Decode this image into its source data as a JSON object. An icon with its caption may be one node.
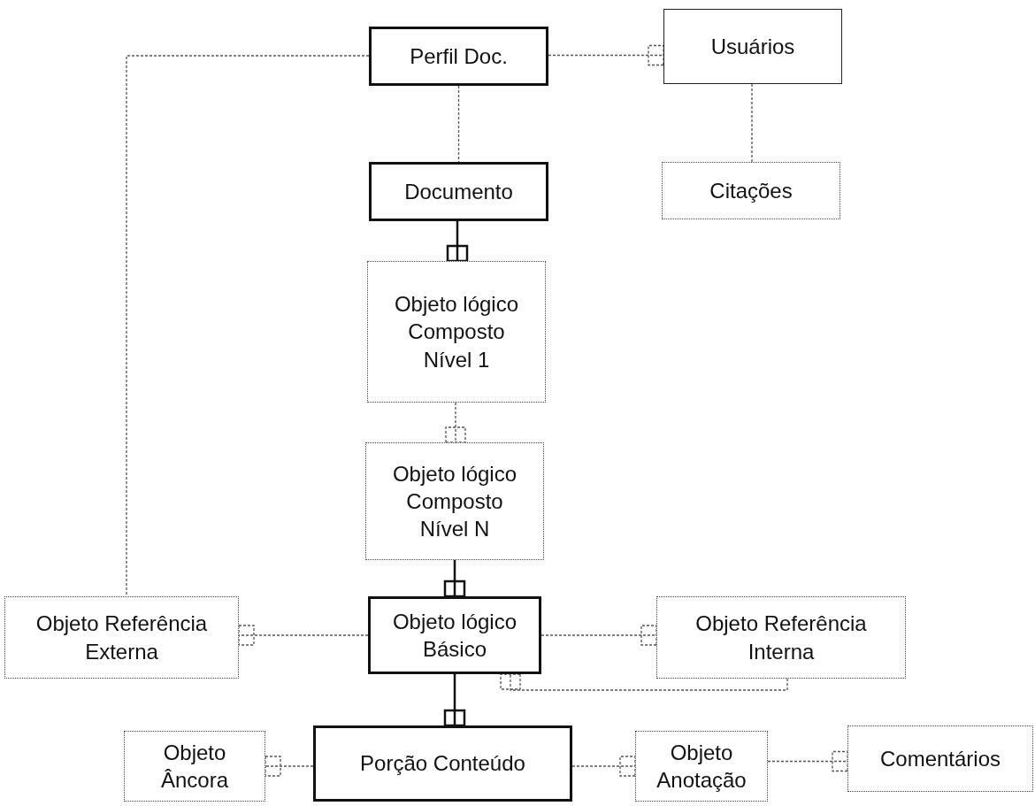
{
  "diagram": {
    "nodes": [
      {
        "text": [
          "Perfil Doc."
        ]
      },
      {
        "text": [
          "Usuários"
        ]
      },
      {
        "text": [
          "Documento"
        ]
      },
      {
        "text": [
          "Citações"
        ]
      },
      {
        "text": [
          "Objeto lógico Composto Nível 1"
        ]
      },
      {
        "text": [
          "Objeto lógico Composto Nível N"
        ]
      },
      {
        "text": [
          "Objeto Referência Externa"
        ]
      },
      {
        "text": [
          "Objeto lógico Básico"
        ]
      },
      {
        "text": [
          "Objeto Referência Interna"
        ]
      },
      {
        "text": [
          "Objeto Âncora"
        ]
      },
      {
        "text": [
          "Porção Conteúdo"
        ]
      },
      {
        "text": [
          "Objeto Anotação"
        ]
      },
      {
        "text": [
          "Comentários"
        ]
      }
    ],
    "edges": [
      {
        "from": 0,
        "to": 1,
        "arrow": "other",
        "style": "dashed"
      },
      {
        "from": 0,
        "to": 2,
        "arrow": "none",
        "style": "dashed"
      },
      {
        "from": 1,
        "to": 3,
        "arrow": "none",
        "style": "dashed"
      },
      {
        "from": 2,
        "to": 4,
        "arrow": "other"
      },
      {
        "from": 4,
        "to": 5,
        "arrow": "other",
        "style": "dashed"
      },
      {
        "from": 5,
        "to": 7,
        "arrow": "other"
      },
      {
        "from": 0,
        "to": 6,
        "arrow": "none",
        "style": "dashed"
      },
      {
        "from": 7,
        "to": 6,
        "arrow": "other",
        "style": "dashed"
      },
      {
        "from": 7,
        "to": 8,
        "arrow": "other",
        "style": "dashed"
      },
      {
        "from": 8,
        "to": 7,
        "arrow": "other",
        "style": "dashed"
      },
      {
        "from": 7,
        "to": 10,
        "arrow": "other"
      },
      {
        "from": 10,
        "to": 9,
        "arrow": "other",
        "style": "dashed"
      },
      {
        "from": 10,
        "to": 11,
        "arrow": "other",
        "style": "dashed"
      },
      {
        "from": 11,
        "to": 12,
        "arrow": "other",
        "style": "dashed"
      }
    ]
  }
}
